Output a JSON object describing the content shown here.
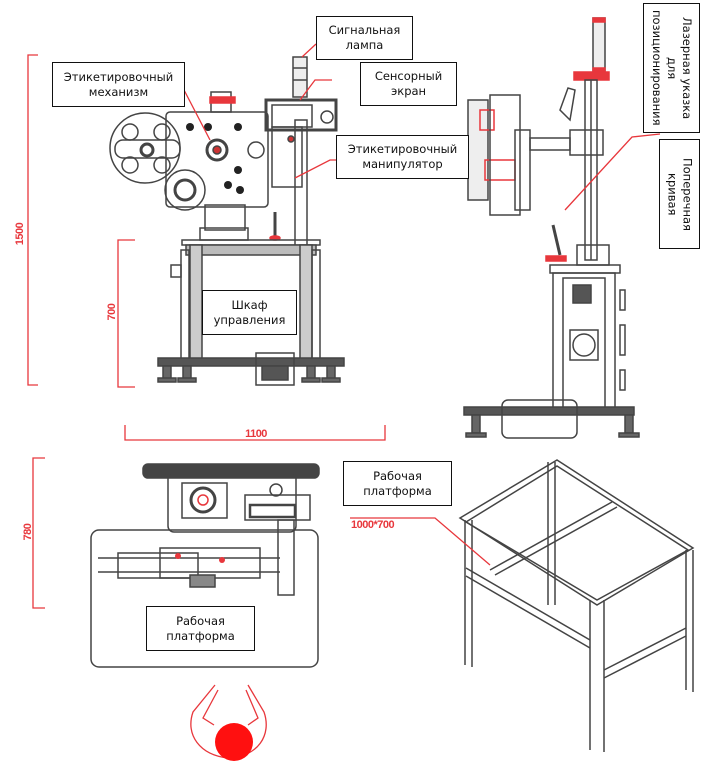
{
  "labels": {
    "signal_lamp": "Сигнальная лампа",
    "labeling_mechanism": "Этикетировочный механизм",
    "touch_screen": "Сенсорный экран",
    "labeling_manipulator": "Этикетировочный манипулятор",
    "control_cabinet": "Шкаф управления",
    "laser_pointer": "Лазерная указка для позиционирования",
    "cross_curve": "Поперечная кривая",
    "work_platform_top": "Рабочая платформа",
    "work_platform_frame": "Рабочая платформа"
  },
  "dimensions": {
    "total_height": "1500",
    "table_height": "700",
    "width": "1100",
    "depth": "780",
    "platform_size": "1000*700"
  },
  "colors": {
    "accent": "#e8373c",
    "line": "#333333"
  }
}
